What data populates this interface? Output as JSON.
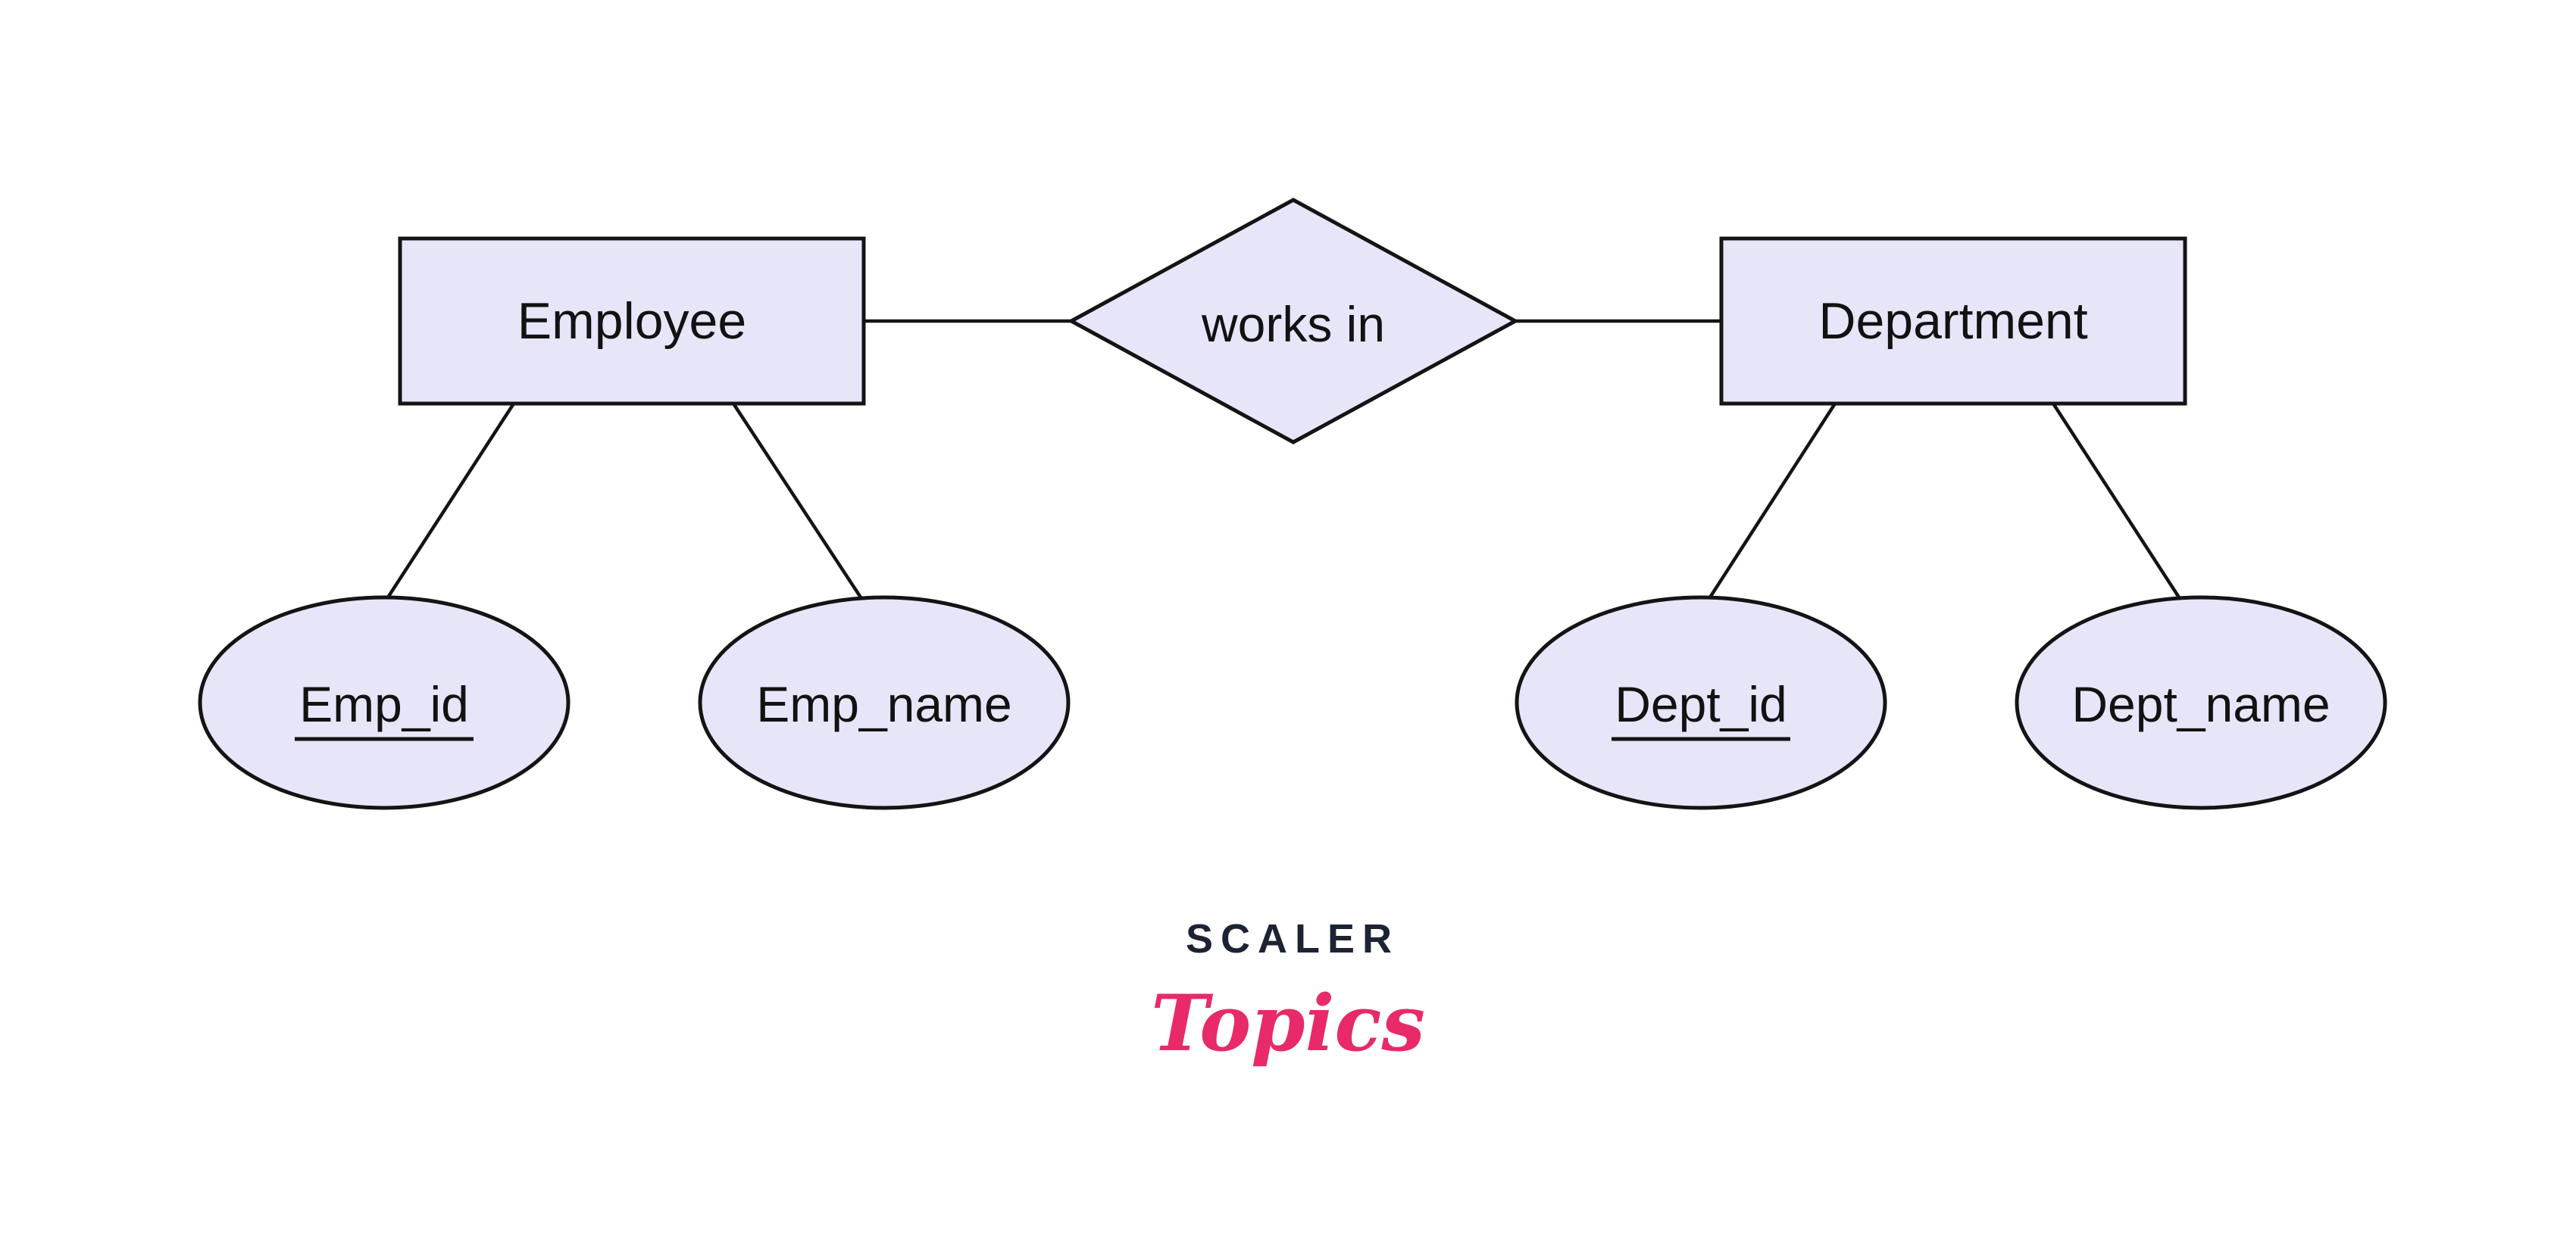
{
  "diagram": {
    "type": "entity-relationship",
    "entities": [
      {
        "name": "Employee"
      },
      {
        "name": "Department"
      }
    ],
    "relationship": {
      "name": "works in"
    },
    "attributes": [
      {
        "name": "Emp_id",
        "entity": "Employee",
        "primary_key": true
      },
      {
        "name": "Emp_name",
        "entity": "Employee",
        "primary_key": false
      },
      {
        "name": "Dept_id",
        "entity": "Department",
        "primary_key": true
      },
      {
        "name": "Dept_name",
        "entity": "Department",
        "primary_key": false
      }
    ],
    "colors": {
      "shape_fill": "#E7E5F8",
      "shape_stroke": "#141414",
      "background": "#FFFFFF"
    }
  },
  "logo": {
    "line1": "SCALER",
    "line2": "Topics",
    "navy": "#1C2333",
    "pink": "#E82A68"
  }
}
